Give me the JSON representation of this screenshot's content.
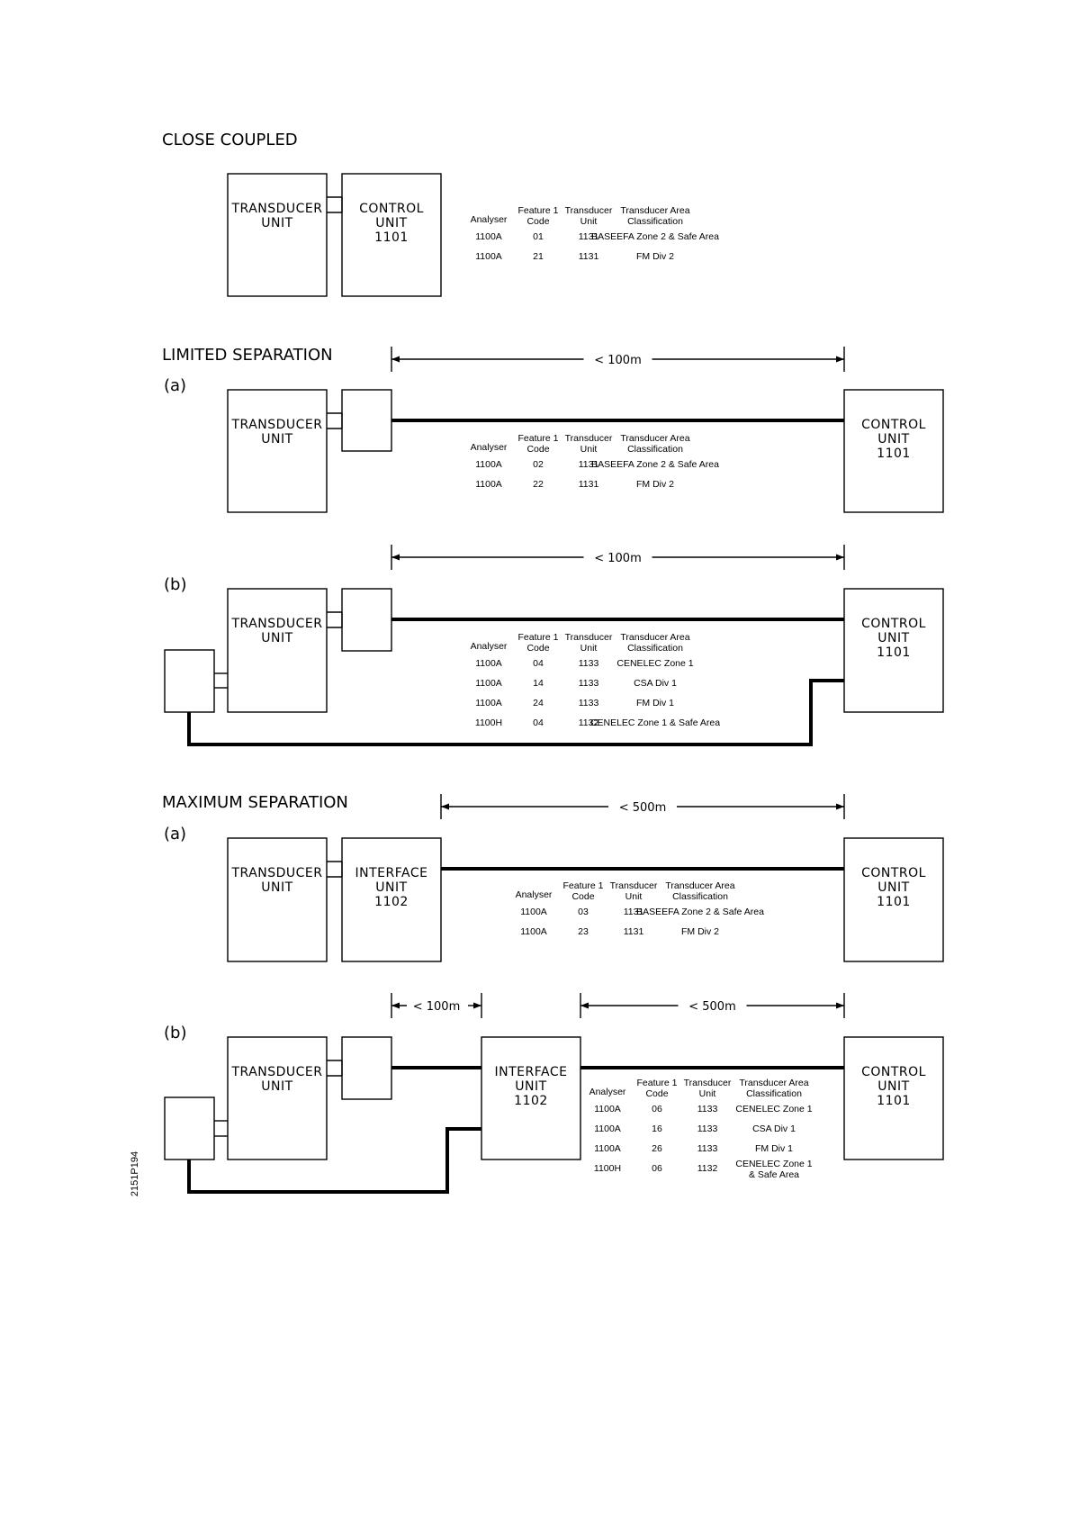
{
  "headings": {
    "close_coupled": "CLOSE  COUPLED",
    "limited_separation": "LIMITED  SEPARATION",
    "maximum_separation": "MAXIMUM  SEPARATION"
  },
  "sub_labels": {
    "a": "(a)",
    "b": "(b)"
  },
  "units": {
    "transducer": [
      "TRANSDUCER",
      "UNIT"
    ],
    "control": [
      "CONTROL",
      "UNIT",
      "1101"
    ],
    "interface": [
      "INTERFACE",
      "UNIT",
      "1102"
    ]
  },
  "distances": {
    "lt100": "< 100m",
    "lt500": "< 500m"
  },
  "table_headers": {
    "analyser": "Analyser",
    "feature": [
      "Feature  1",
      "Code"
    ],
    "transducer_unit": [
      "Transducer",
      "Unit"
    ],
    "area": [
      "Transducer  Area",
      "Classification"
    ]
  },
  "tables": {
    "close_coupled": [
      [
        "1100A",
        "01",
        "1131",
        "BASEEFA  Zone  2  &  Safe  Area"
      ],
      [
        "1100A",
        "21",
        "1131",
        "FM  Div  2"
      ]
    ],
    "limited_a": [
      [
        "1100A",
        "02",
        "1131",
        "BASEEFA  Zone  2  &  Safe  Area"
      ],
      [
        "1100A",
        "22",
        "1131",
        "FM  Div  2"
      ]
    ],
    "limited_b": [
      [
        "1100A",
        "04",
        "1133",
        "CENELEC  Zone  1"
      ],
      [
        "1100A",
        "14",
        "1133",
        "CSA  Div  1"
      ],
      [
        "1100A",
        "24",
        "1133",
        "FM  Div  1"
      ],
      [
        "1100H",
        "04",
        "1132",
        "CENELEC  Zone  1  &  Safe  Area"
      ]
    ],
    "maximum_a": [
      [
        "1100A",
        "03",
        "1131",
        "BASEEFA  Zone  2  &  Safe  Area"
      ],
      [
        "1100A",
        "23",
        "1131",
        "FM  Div  2"
      ]
    ],
    "maximum_b": [
      [
        "1100A",
        "06",
        "1133",
        "CENELEC  Zone  1"
      ],
      [
        "1100A",
        "16",
        "1133",
        "CSA  Div  1"
      ],
      [
        "1100A",
        "26",
        "1133",
        "FM  Div  1"
      ],
      [
        "1100H",
        "06",
        "1132",
        [
          "CENELEC  Zone  1",
          "&  Safe  Area"
        ]
      ]
    ]
  },
  "figure_ref": "2151P194"
}
